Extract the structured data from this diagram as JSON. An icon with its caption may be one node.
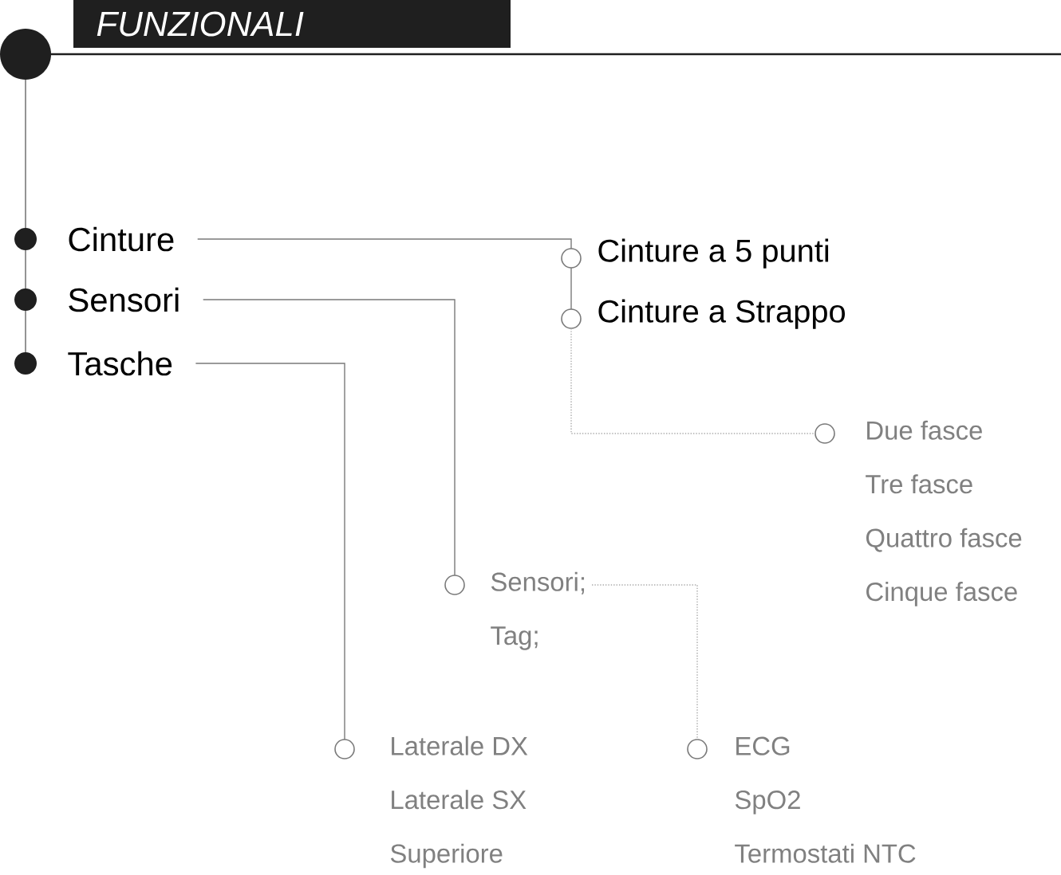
{
  "diagram": {
    "title": "FUNZIONALI",
    "nodes": [
      {
        "text": [
          "Cinture"
        ]
      },
      {
        "text": [
          "Sensori"
        ]
      },
      {
        "text": [
          "Tasche"
        ]
      },
      {
        "text": [
          "Cinture a 5 punti"
        ]
      },
      {
        "text": [
          "Cinture a Strappo"
        ]
      },
      {
        "text": [
          "Due fasce",
          "Tre fasce",
          "Quattro fasce",
          "Cinque fasce"
        ]
      },
      {
        "text": [
          "Sensori;",
          "Tag;"
        ]
      },
      {
        "text": [
          "Laterale DX",
          "Laterale SX",
          "Superiore"
        ]
      },
      {
        "text": [
          "ECG",
          "SpO2",
          "Termostati NTC"
        ]
      }
    ],
    "edges": [
      {
        "from": 0,
        "to": 3,
        "arrow": "none"
      },
      {
        "from": 3,
        "to": 4,
        "arrow": "none"
      },
      {
        "from": 4,
        "to": 5,
        "arrow": "none",
        "style": "dashed",
        "color": "#aaaaaa"
      },
      {
        "from": 1,
        "to": 6,
        "arrow": "none"
      },
      {
        "from": 6,
        "to": 8,
        "arrow": "none",
        "style": "dashed",
        "color": "#aaaaaa"
      },
      {
        "from": 2,
        "to": 7,
        "arrow": "none"
      }
    ]
  }
}
